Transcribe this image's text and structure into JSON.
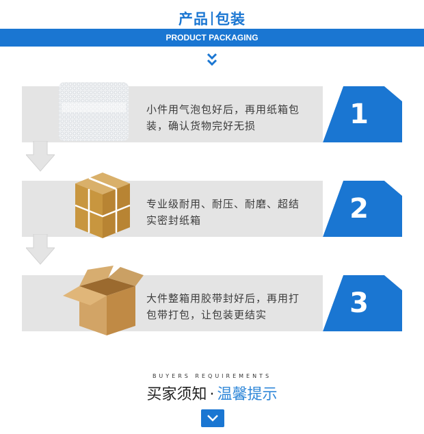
{
  "header": {
    "title_left": "产品",
    "title_right": "包装",
    "subtitle": "PRODUCT PACKAGING"
  },
  "steps": [
    {
      "number": "1",
      "line1": "小件用气泡包好后，再用纸箱包",
      "line2": "装，确认货物完好无损",
      "image": "bubble-wrap"
    },
    {
      "number": "2",
      "line1": "专业级耐用、耐压、耐磨、超结",
      "line2": "实密封纸箱",
      "image": "sealed-carton"
    },
    {
      "number": "3",
      "line1": "大件整箱用胶带封好后，再用打",
      "line2": "包带打包，让包装更结实",
      "image": "open-carton"
    }
  ],
  "footer": {
    "en": "BUYERS REQUIREMENTS",
    "cn_left": "买家须知",
    "cn_dot": "·",
    "cn_right": "温馨提示"
  },
  "colors": {
    "brand_blue": "#1a76d2",
    "panel_gray": "#e4e4e4"
  }
}
